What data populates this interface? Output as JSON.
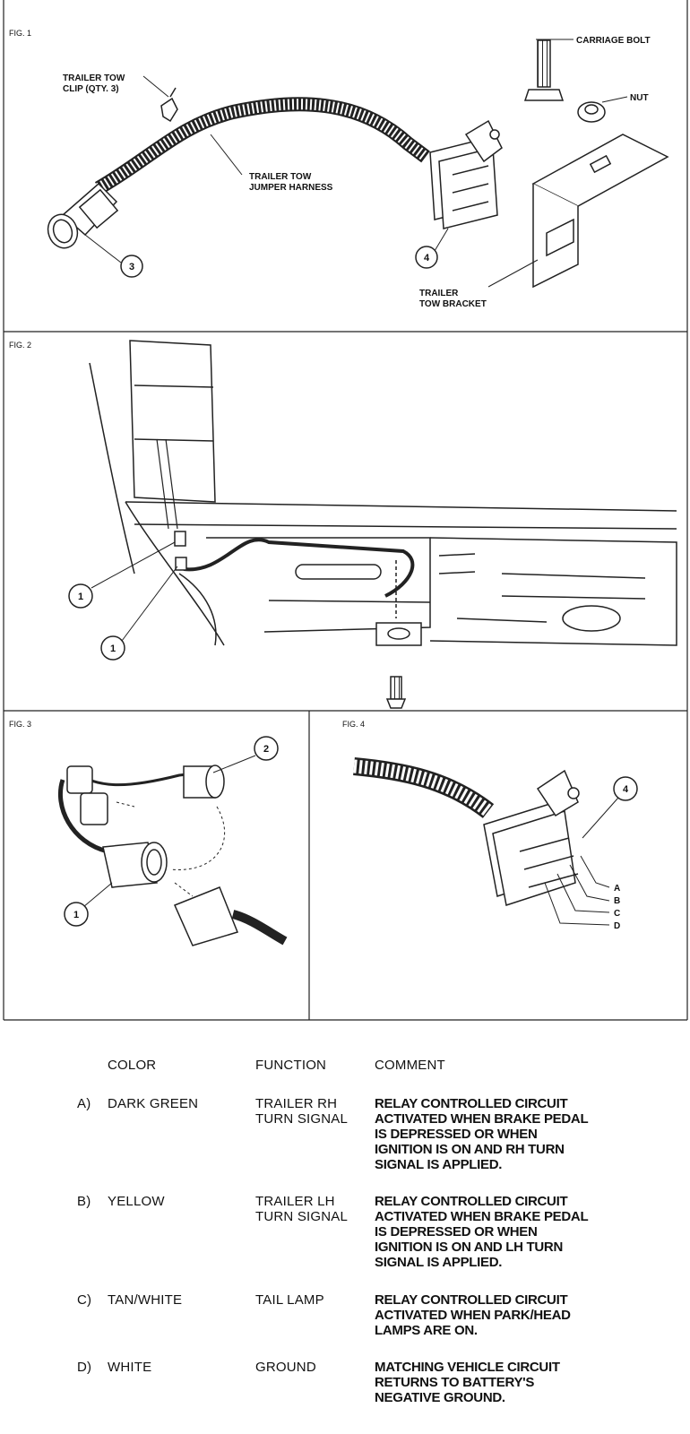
{
  "fig1": {
    "label": "FIG. 1",
    "carriage_bolt": "CARRIAGE BOLT",
    "nut": "NUT",
    "clip_line1": "TRAILER TOW",
    "clip_line2": "CLIP (QTY. 3)",
    "harness_line1": "TRAILER TOW",
    "harness_line2": "JUMPER HARNESS",
    "bracket_line1": "TRAILER",
    "bracket_line2": "TOW BRACKET",
    "callouts": [
      "3",
      "4"
    ]
  },
  "fig2": {
    "label": "FIG. 2",
    "callouts": [
      "1",
      "1"
    ]
  },
  "fig3": {
    "label": "FIG. 3",
    "callouts": [
      "2",
      "1"
    ]
  },
  "fig4": {
    "label": "FIG. 4",
    "callouts": [
      "4"
    ],
    "pins": [
      "A",
      "B",
      "C",
      "D"
    ]
  },
  "table": {
    "headers": {
      "color": "COLOR",
      "function": "FUNCTION",
      "comment": "COMMENT"
    },
    "rows": [
      {
        "key": "A)",
        "color": "DARK GREEN",
        "function": "TRAILER RH\nTURN SIGNAL",
        "comment": "RELAY CONTROLLED CIRCUIT\nACTIVATED WHEN BRAKE PEDAL\nIS DEPRESSED OR WHEN\nIGNITION IS ON AND RH TURN\nSIGNAL IS APPLIED."
      },
      {
        "key": "B)",
        "color": "YELLOW",
        "function": "TRAILER LH\nTURN SIGNAL",
        "comment": "RELAY CONTROLLED CIRCUIT\nACTIVATED WHEN BRAKE PEDAL\nIS DEPRESSED OR WHEN\nIGNITION IS ON AND LH TURN\nSIGNAL IS APPLIED."
      },
      {
        "key": "C)",
        "color": "TAN/WHITE",
        "function": "TAIL LAMP",
        "comment": "RELAY CONTROLLED CIRCUIT\nACTIVATED WHEN PARK/HEAD\nLAMPS ARE ON."
      },
      {
        "key": "D)",
        "color": "WHITE",
        "function": "GROUND",
        "comment": "MATCHING VEHICLE CIRCUIT\nRETURNS TO BATTERY'S\nNEGATIVE GROUND."
      }
    ]
  }
}
